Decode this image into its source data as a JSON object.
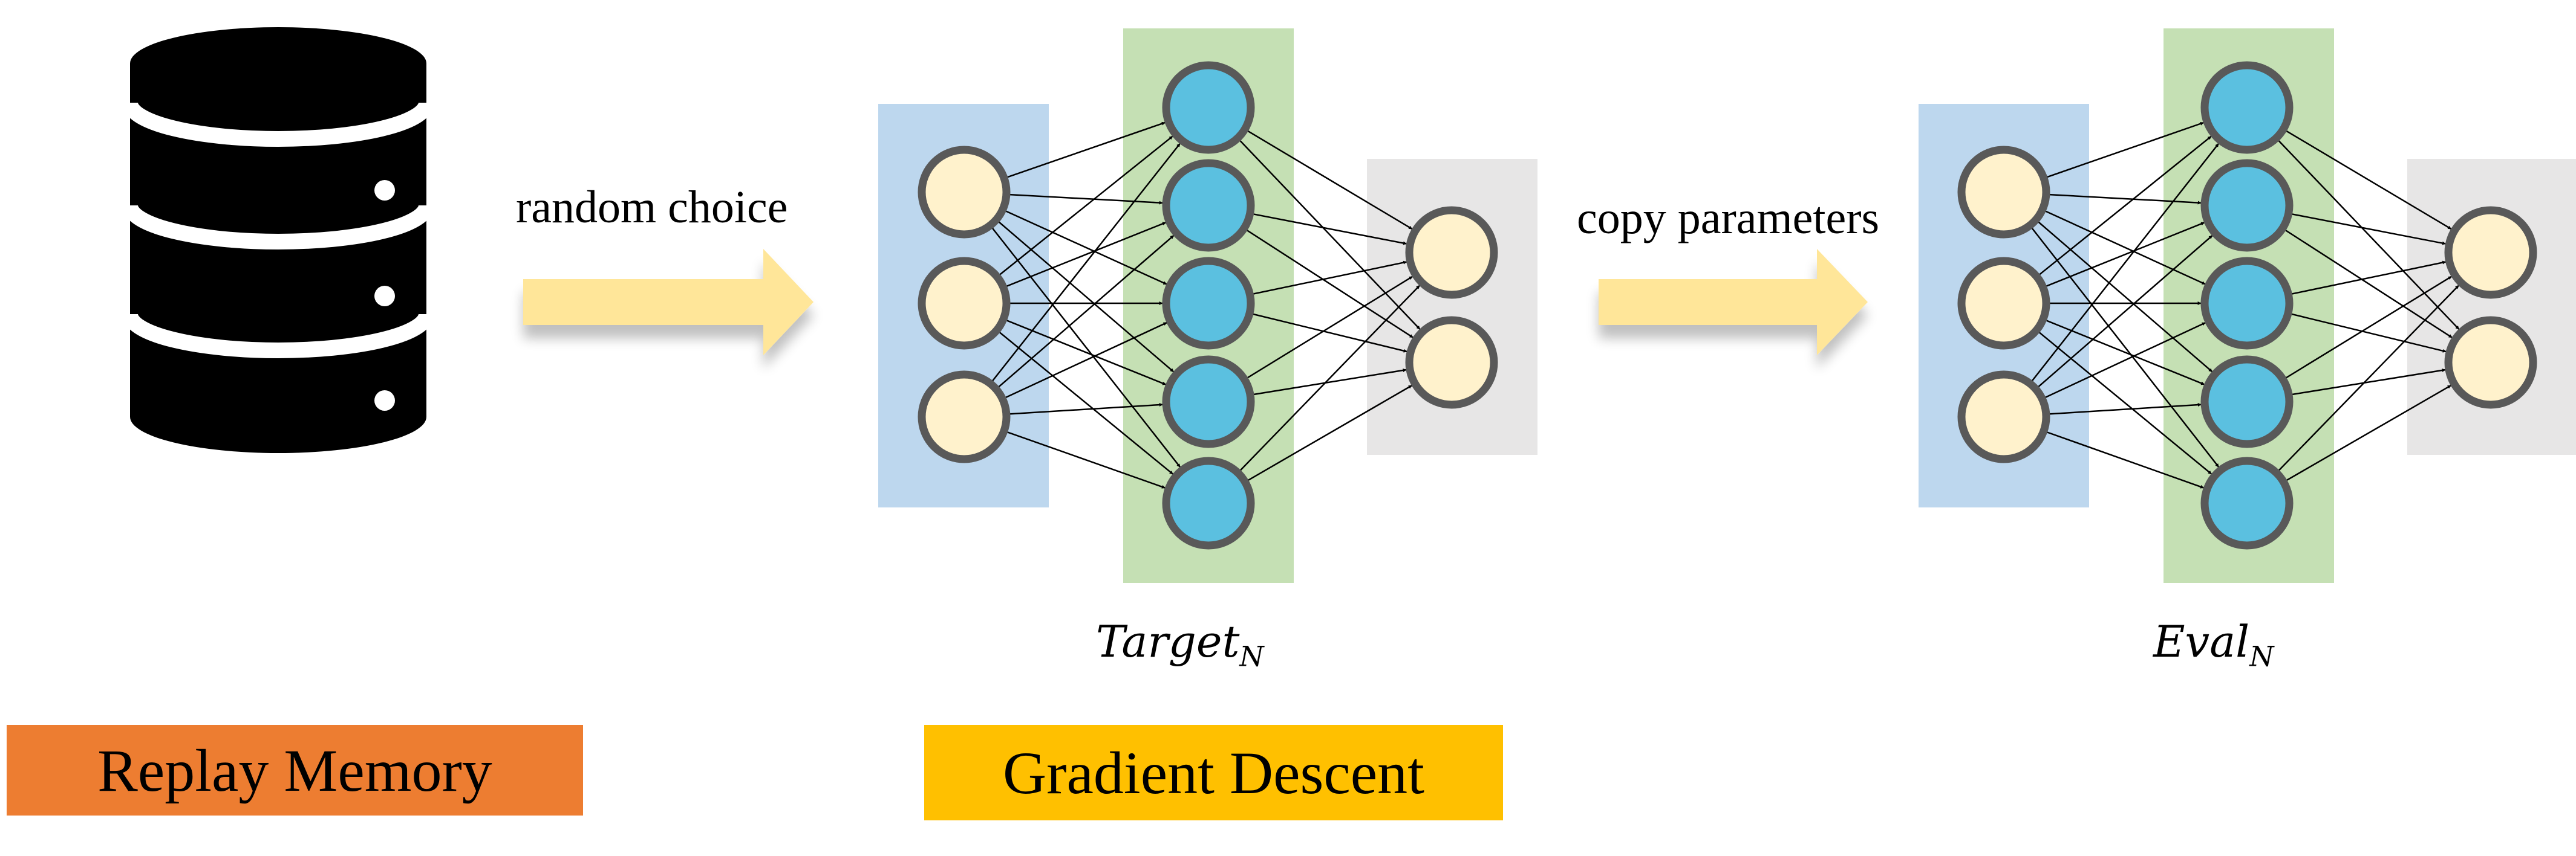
{
  "replay_memory": {
    "label": "Replay Memory",
    "color": "#ED7D31"
  },
  "gradient_descent": {
    "label": "Gradient Descent",
    "color": "#FFC000"
  },
  "arrow_random": {
    "label": "random choice"
  },
  "arrow_copy": {
    "label": "copy parameters"
  },
  "target_net": {
    "name": "Target",
    "subscript": "N"
  },
  "eval_net": {
    "name": "Eval",
    "subscript": "N"
  },
  "colors": {
    "input_layer_bg": "#BDD7EE",
    "hidden_layer_bg": "#C5E0B4",
    "output_layer_bg": "#E7E6E6",
    "io_node_fill": "#FFF2CC",
    "hidden_node_fill": "#5BC0E0",
    "node_stroke": "#595959",
    "arrow_fill": "#FFE699",
    "database": "#000000"
  },
  "icons": {
    "database": "database-icon"
  }
}
